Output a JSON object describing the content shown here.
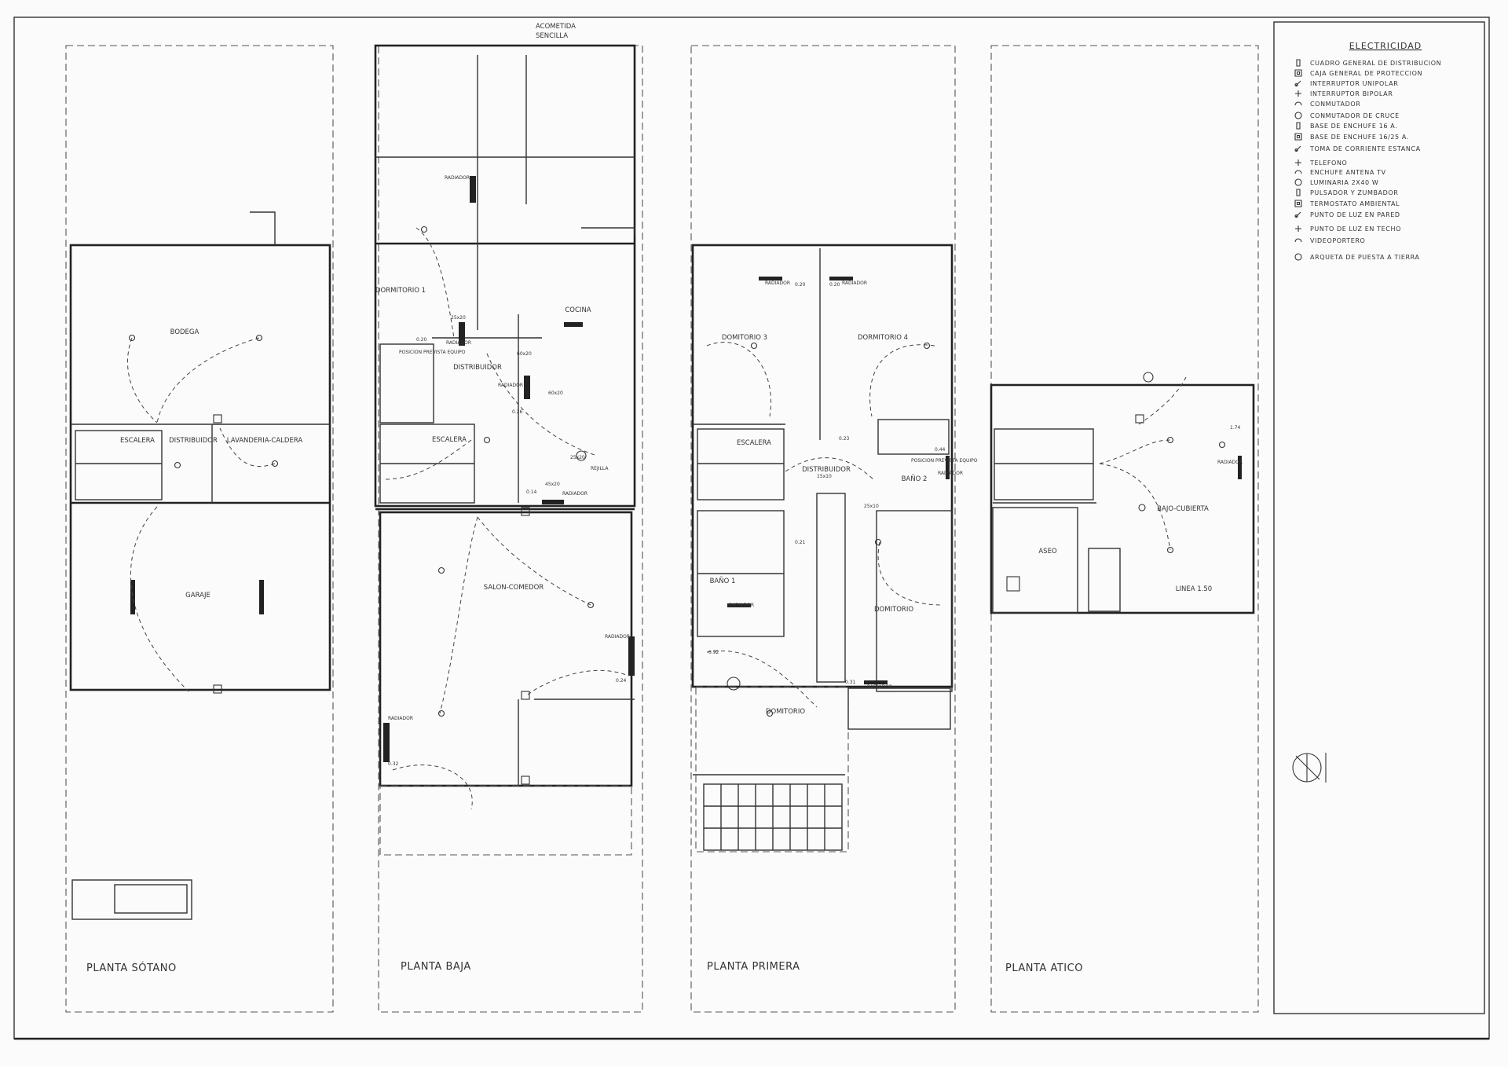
{
  "labels": {
    "acometida_1": "ACOMETIDA",
    "acometida_2": "SENCILLA",
    "plantas": {
      "sotano": "PLANTA SÓTANO",
      "baja": "PLANTA BAJA",
      "primera": "PLANTA PRIMERA",
      "atico": "PLANTA ATICO"
    },
    "rooms": {
      "bodega": "BODEGA",
      "distribuidor_s": "DISTRIBUIDOR",
      "escalera_s": "ESCALERA",
      "lavanderia": "LAVANDERIA-CALDERA",
      "garaje": "GARAJE",
      "dormitorio_1": "DORMITORIO 1",
      "cocina": "COCINA",
      "distribuidor_b": "DISTRIBUIDOR",
      "escalera_b": "ESCALERA",
      "salon": "SALON-COMEDOR",
      "dormitorio_3": "DOMITORIO 3",
      "dormitorio_4": "DORMITORIO 4",
      "escalera_p": "ESCALERA",
      "distribuidor_p": "DISTRIBUIDOR",
      "bano_1": "BAÑO 1",
      "bano_2": "BAÑO 2",
      "dormitorio_p1": "DOMITORIO",
      "dormitorio_p2": "DOMITORIO",
      "bajo_cubierta": "BAJO-CUBIERTA",
      "aseo": "ASEO",
      "linea": "LINEA 1.50"
    },
    "radiador": "RADIADOR",
    "rejilla": "REJILLA",
    "prevista": "POSICION PREVISTA EQUIPO",
    "dims": {
      "d1": "0.20",
      "d2": "0.26",
      "d3": "0.24",
      "d4": "0.32",
      "d5": "0.14",
      "d6": "0.20",
      "d7": "0.20",
      "d8": "0.23",
      "d9": "0.44",
      "d10": "0.92",
      "d11": "0.31",
      "d12": "1.74",
      "d13": "0.21",
      "c1": "25x20",
      "c2": "60x20",
      "c3": "60x20",
      "c4": "25x20",
      "c5": "45x20",
      "c6": "15x10",
      "c7": "25x10"
    }
  },
  "legend": {
    "title": "ELECTRICIDAD",
    "items": [
      {
        "label": "CUADRO GENERAL DE DISTRIBUCION",
        "icon": "distribution-board-icon"
      },
      {
        "label": "CAJA GENERAL DE PROTECCION",
        "icon": "protection-box-icon"
      },
      {
        "label": "INTERRUPTOR UNIPOLAR",
        "icon": "unipolar-switch-icon"
      },
      {
        "label": "INTERRUPTOR BIPOLAR",
        "icon": "bipolar-switch-icon"
      },
      {
        "label": "CONMUTADOR",
        "icon": "commutator-icon"
      },
      {
        "label": "CONMUTADOR DE CRUCE",
        "icon": "cross-commutator-icon"
      },
      {
        "label": "BASE DE ENCHUFE 16 A.",
        "icon": "socket-16a-icon"
      },
      {
        "label": "BASE DE ENCHUFE 16/25 A.",
        "icon": "socket-25a-icon"
      },
      {
        "label": "TOMA DE CORRIENTE ESTANCA",
        "icon": "waterproof-socket-icon"
      },
      {
        "label": "TELEFONO",
        "icon": "telephone-icon"
      },
      {
        "label": "ENCHUFE ANTENA TV",
        "icon": "tv-antenna-icon"
      },
      {
        "label": "LUMINARIA 2X40 W",
        "icon": "luminaire-icon"
      },
      {
        "label": "PULSADOR Y ZUMBADOR",
        "icon": "push-buzzer-icon"
      },
      {
        "label": "TERMOSTATO AMBIENTAL",
        "icon": "thermostat-icon"
      },
      {
        "label": "PUNTO DE LUZ EN PARED",
        "icon": "wall-light-icon"
      },
      {
        "label": "PUNTO DE LUZ EN TECHO",
        "icon": "ceiling-light-icon"
      },
      {
        "label": "VIDEOPORTERO",
        "icon": "video-intercom-icon"
      },
      {
        "label": "ARQUETA DE PUESTA A TIERRA",
        "icon": "earth-pit-icon"
      }
    ]
  }
}
